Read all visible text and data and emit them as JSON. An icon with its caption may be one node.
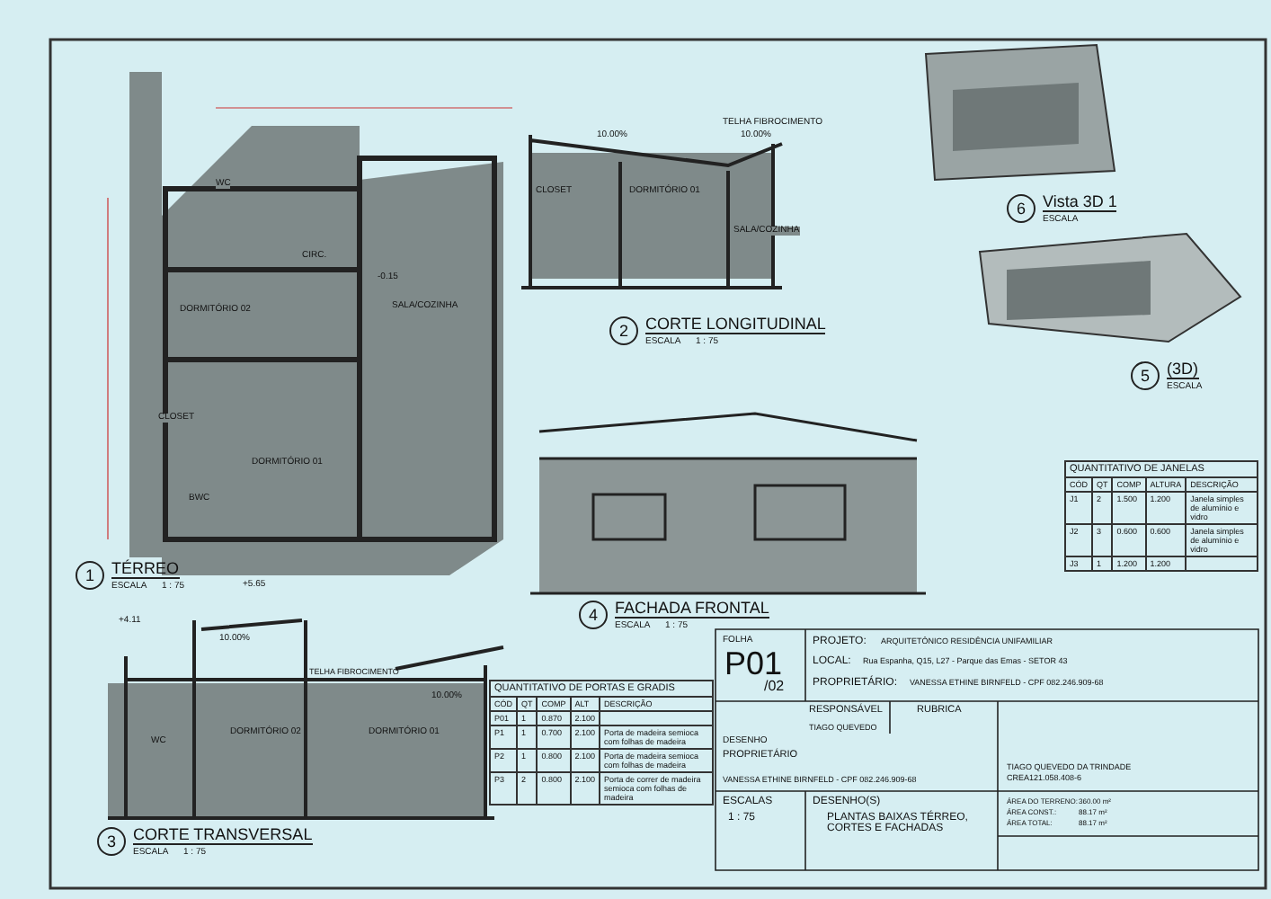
{
  "diagram": {
    "nodes": [
      {
        "text": [
          "1"
        ],
        "beside": [
          "TÉRREO",
          "ESCALA",
          "1 : 75"
        ]
      },
      {
        "text": [
          "2"
        ],
        "beside": [
          "CORTE LONGITUDINAL",
          "ESCALA",
          "1 : 75"
        ]
      },
      {
        "text": [
          "3"
        ],
        "beside": [
          "CORTE TRANSVERSAL",
          "ESCALA",
          "1 : 75"
        ]
      },
      {
        "text": [
          "4"
        ],
        "beside": [
          "FACHADA FRONTAL",
          "ESCALA",
          "1 : 75"
        ]
      },
      {
        "text": [
          "5"
        ],
        "beside": [
          "(3D)",
          "ESCALA"
        ]
      },
      {
        "text": [
          "6"
        ],
        "beside": [
          "Vista 3D 1",
          "ESCALA"
        ]
      }
    ],
    "labels": [
      "WC",
      "CIRC.",
      "DORMITÓRIO 02",
      "SALA/COZINHA",
      "CLOSET",
      "DORMITÓRIO 01",
      "BWC",
      "-0.15",
      "CLOSET",
      "DORMITÓRIO 01",
      "SALA/COZINHA",
      "TELHA FIBROCIMENTO",
      "10.00%",
      "10.00%",
      "WC",
      "DORMITÓRIO 02",
      "DORMITÓRIO 01",
      "TELHA FIBROCIMENTO",
      "10.00%",
      "10.00%",
      "+4.11",
      "+5.65",
      "QUANTITATIVO DE PORTAS E GRADIS",
      "CÓD",
      "QT",
      "COMP",
      "ALT",
      "DESCRIÇÃO",
      "P01",
      "1",
      "0.870",
      "2.100",
      "P1",
      "1",
      "0.700",
      "2.100",
      "Porta de madeira semioca com folhas de madeira",
      "P2",
      "1",
      "0.800",
      "2.100",
      "Porta de madeira semioca com folhas de madeira",
      "P3",
      "2",
      "0.800",
      "2.100",
      "Porta de correr de madeira semioca com folhas de madeira",
      "QUANTITATIVO DE JANELAS",
      "CÓD",
      "QT",
      "COMP",
      "ALTURA",
      "DESCRIÇÃO",
      "J1",
      "2",
      "1.500",
      "1.200",
      "Janela simples de alumínio e vidro",
      "J2",
      "3",
      "0.600",
      "0.600",
      "Janela simples de alumínio e vidro",
      "J3",
      "1",
      "1.200",
      "1.200",
      "FOLHA",
      "P01",
      "/02",
      "PROJETO:",
      "ARQUITETÔNICO RESIDÊNCIA UNIFAMILIAR",
      "LOCAL:",
      "Rua Espanha, Q15, L27 - Parque das Emas - SETOR 43",
      "PROPRIETÁRIO:",
      "VANESSA ETHINE BIRNFELD - CPF 082.246.909-68",
      "RESPONSÁVEL",
      "RUBRICA",
      "DESENHO",
      "TIAGO QUEVEDO",
      "PROPRIETÁRIO",
      "VANESSA ETHINE BIRNFELD - CPF 082.246.909-68",
      "TIAGO QUEVEDO DA TRINDADE",
      "CREA121.058.408-6",
      "ESCALAS",
      "1 : 75",
      "DESENHO(S)",
      "PLANTAS BAIXAS TÉRREO, CORTES E FACHADAS",
      "ÁREA DO TERRENO:",
      "360.00 m²",
      "ÁREA CONST.:",
      "88.17 m²",
      "ÁREA TOTAL:",
      "88.17 m²"
    ]
  }
}
